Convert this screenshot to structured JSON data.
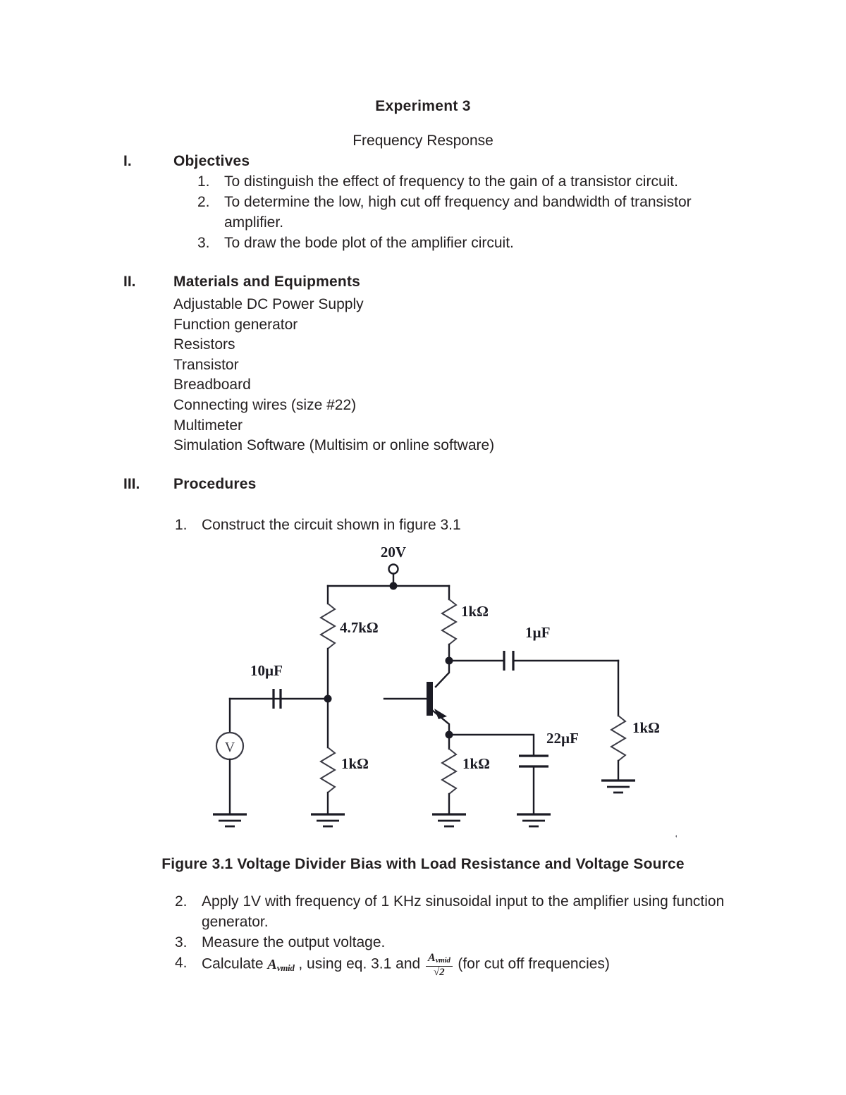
{
  "document": {
    "title": "Experiment 3",
    "subtitle": "Frequency Response"
  },
  "sections": [
    {
      "numeral": "I.",
      "title": "Objectives"
    },
    {
      "numeral": "II.",
      "title": "Materials and Equipments"
    },
    {
      "numeral": "III.",
      "title": "Procedures"
    }
  ],
  "objectives": [
    {
      "num": "1.",
      "text": "To distinguish the effect of frequency to the gain of a transistor circuit."
    },
    {
      "num": "2.",
      "text": "To determine the low, high cut off frequency and bandwidth of transistor amplifier."
    },
    {
      "num": "3.",
      "text": "To draw the bode plot of the amplifier circuit."
    }
  ],
  "materials": [
    "Adjustable DC Power Supply",
    "Function generator",
    "Resistors",
    "Transistor",
    "Breadboard",
    "Connecting wires (size #22)",
    "Multimeter",
    "Simulation Software (Multisim or online software)"
  ],
  "procedures": [
    {
      "num": "1.",
      "text": "Construct the circuit shown in figure 3.1"
    },
    {
      "num": "2.",
      "text": "Apply 1V with frequency of 1 KHz sinusoidal input to the amplifier using function generator."
    },
    {
      "num": "3.",
      "text": "Measure the output voltage."
    }
  ],
  "procedure_4": {
    "num": "4.",
    "prefix": "Calculate",
    "variable_base": "A",
    "variable_sub": "vmid",
    "middle": ", using eq. 3.1  and",
    "fraction_numerator_base": "A",
    "fraction_numerator_sub": "vmid",
    "fraction_denominator": "√2",
    "suffix": "(for cut off frequencies)"
  },
  "figure": {
    "caption": "Figure 3.1 Voltage Divider Bias with Load Resistance and Voltage Source",
    "supply_label": "20V",
    "source_symbol": "V",
    "labels": {
      "r1": "4.7kΩ",
      "rc": "1kΩ",
      "r2": "1kΩ",
      "re": "1kΩ",
      "rl": "1kΩ",
      "cin": "10µF",
      "cout": "1µF",
      "ce": "22µF"
    },
    "components": [
      {
        "name": "supply-terminal-20v",
        "type": "terminal",
        "value": "20V"
      },
      {
        "name": "resistor-r1",
        "type": "resistor",
        "value": "4.7kΩ"
      },
      {
        "name": "resistor-rc",
        "type": "resistor",
        "value": "1kΩ"
      },
      {
        "name": "resistor-r2",
        "type": "resistor",
        "value": "1kΩ"
      },
      {
        "name": "resistor-re",
        "type": "resistor",
        "value": "1kΩ"
      },
      {
        "name": "resistor-rl",
        "type": "resistor",
        "value": "1kΩ"
      },
      {
        "name": "capacitor-input",
        "type": "capacitor",
        "value": "10µF"
      },
      {
        "name": "capacitor-output",
        "type": "capacitor",
        "value": "1µF"
      },
      {
        "name": "capacitor-emitter-bypass",
        "type": "capacitor",
        "value": "22µF"
      },
      {
        "name": "transistor-npn",
        "type": "transistor",
        "value": ""
      },
      {
        "name": "voltage-source",
        "type": "source",
        "value": "V"
      }
    ]
  },
  "colors": {
    "text": "#231f20",
    "circuit": "#1b1b24",
    "page_background": "#ffffff"
  }
}
